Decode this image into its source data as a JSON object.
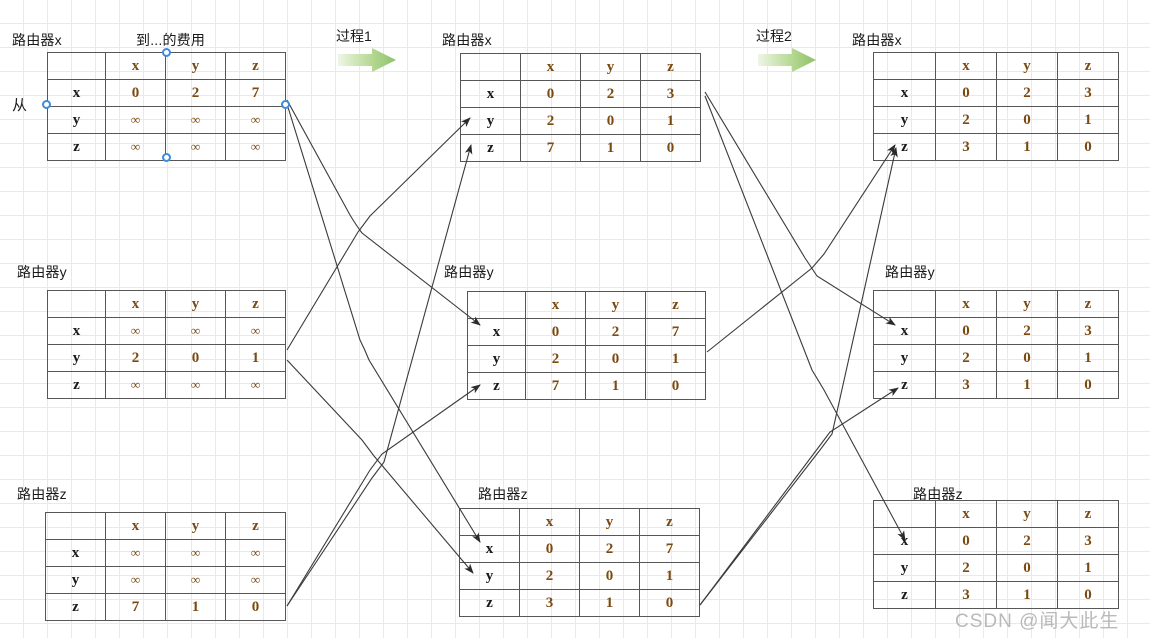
{
  "meta": {
    "watermark": "CSDN @闻大此生",
    "from_label": "从",
    "cost_label": "到...的费用"
  },
  "processes": [
    {
      "label": "过程1",
      "color": "#9ccb7a"
    },
    {
      "label": "过程2",
      "color": "#9ccb7a"
    }
  ],
  "columns": [
    {
      "id": "initial",
      "tables": [
        {
          "title": "路由器x",
          "headers": [
            "",
            "x",
            "y",
            "z"
          ],
          "rows": [
            {
              "label": "x",
              "values": [
                "0",
                "2",
                "7"
              ]
            },
            {
              "label": "y",
              "values": [
                "∞",
                "∞",
                "∞"
              ]
            },
            {
              "label": "z",
              "values": [
                "∞",
                "∞",
                "∞"
              ]
            }
          ]
        },
        {
          "title": "路由器y",
          "headers": [
            "",
            "x",
            "y",
            "z"
          ],
          "rows": [
            {
              "label": "x",
              "values": [
                "∞",
                "∞",
                "∞"
              ]
            },
            {
              "label": "y",
              "values": [
                "2",
                "0",
                "1"
              ]
            },
            {
              "label": "z",
              "values": [
                "∞",
                "∞",
                "∞"
              ]
            }
          ]
        },
        {
          "title": "路由器z",
          "headers": [
            "",
            "x",
            "y",
            "z"
          ],
          "rows": [
            {
              "label": "x",
              "values": [
                "∞",
                "∞",
                "∞"
              ]
            },
            {
              "label": "y",
              "values": [
                "∞",
                "∞",
                "∞"
              ]
            },
            {
              "label": "z",
              "values": [
                "7",
                "1",
                "0"
              ]
            }
          ]
        }
      ]
    },
    {
      "id": "round1",
      "tables": [
        {
          "title": "路由器x",
          "headers": [
            "",
            "x",
            "y",
            "z"
          ],
          "rows": [
            {
              "label": "x",
              "values": [
                "0",
                "2",
                "3"
              ]
            },
            {
              "label": "y",
              "values": [
                "2",
                "0",
                "1"
              ]
            },
            {
              "label": "z",
              "values": [
                "7",
                "1",
                "0"
              ]
            }
          ]
        },
        {
          "title": "路由器y",
          "headers": [
            "",
            "x",
            "y",
            "z"
          ],
          "rows": [
            {
              "label": "x",
              "values": [
                "0",
                "2",
                "7"
              ]
            },
            {
              "label": "y",
              "values": [
                "2",
                "0",
                "1"
              ]
            },
            {
              "label": "z",
              "values": [
                "7",
                "1",
                "0"
              ]
            }
          ]
        },
        {
          "title": "路由器z",
          "headers": [
            "",
            "x",
            "y",
            "z"
          ],
          "rows": [
            {
              "label": "x",
              "values": [
                "0",
                "2",
                "7"
              ]
            },
            {
              "label": "y",
              "values": [
                "2",
                "0",
                "1"
              ]
            },
            {
              "label": "z",
              "values": [
                "3",
                "1",
                "0"
              ]
            }
          ]
        }
      ]
    },
    {
      "id": "round2",
      "tables": [
        {
          "title": "路由器x",
          "headers": [
            "",
            "x",
            "y",
            "z"
          ],
          "rows": [
            {
              "label": "x",
              "values": [
                "0",
                "2",
                "3"
              ]
            },
            {
              "label": "y",
              "values": [
                "2",
                "0",
                "1"
              ]
            },
            {
              "label": "z",
              "values": [
                "3",
                "1",
                "0"
              ]
            }
          ]
        },
        {
          "title": "路由器y",
          "headers": [
            "",
            "x",
            "y",
            "z"
          ],
          "rows": [
            {
              "label": "x",
              "values": [
                "0",
                "2",
                "3"
              ]
            },
            {
              "label": "y",
              "values": [
                "2",
                "0",
                "1"
              ]
            },
            {
              "label": "z",
              "values": [
                "3",
                "1",
                "0"
              ]
            }
          ]
        },
        {
          "title": "路由器z",
          "headers": [
            "",
            "x",
            "y",
            "z"
          ],
          "rows": [
            {
              "label": "x",
              "values": [
                "0",
                "2",
                "3"
              ]
            },
            {
              "label": "y",
              "values": [
                "2",
                "0",
                "1"
              ]
            },
            {
              "label": "z",
              "values": [
                "3",
                "1",
                "0"
              ]
            }
          ]
        }
      ]
    }
  ]
}
